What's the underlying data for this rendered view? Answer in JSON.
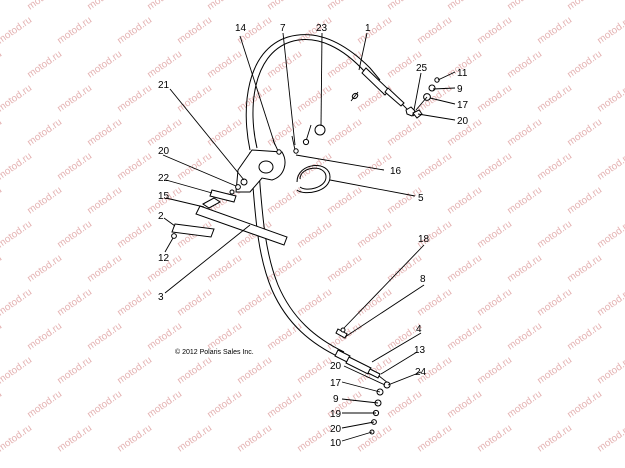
{
  "watermark": "motod.ru",
  "copyright": "© 2012 Polaris Sales Inc.",
  "callouts": [
    {
      "id": "c14",
      "label": "14"
    },
    {
      "id": "c7",
      "label": "7"
    },
    {
      "id": "c23",
      "label": "23"
    },
    {
      "id": "c1",
      "label": "1"
    },
    {
      "id": "c25",
      "label": "25"
    },
    {
      "id": "c11",
      "label": "11"
    },
    {
      "id": "c9a",
      "label": "9"
    },
    {
      "id": "c17a",
      "label": "17"
    },
    {
      "id": "c20a",
      "label": "20"
    },
    {
      "id": "c21",
      "label": "21"
    },
    {
      "id": "c20b",
      "label": "20"
    },
    {
      "id": "c16",
      "label": "16"
    },
    {
      "id": "c22",
      "label": "22"
    },
    {
      "id": "c5",
      "label": "5"
    },
    {
      "id": "c15",
      "label": "15"
    },
    {
      "id": "c2",
      "label": "2"
    },
    {
      "id": "c12",
      "label": "12"
    },
    {
      "id": "c3",
      "label": "3"
    },
    {
      "id": "c18",
      "label": "18"
    },
    {
      "id": "c8",
      "label": "8"
    },
    {
      "id": "c4",
      "label": "4"
    },
    {
      "id": "c13",
      "label": "13"
    },
    {
      "id": "c20c",
      "label": "20"
    },
    {
      "id": "c24",
      "label": "24"
    },
    {
      "id": "c17b",
      "label": "17"
    },
    {
      "id": "c9b",
      "label": "9"
    },
    {
      "id": "c19",
      "label": "19"
    },
    {
      "id": "c20d",
      "label": "20"
    },
    {
      "id": "c10",
      "label": "10"
    }
  ]
}
